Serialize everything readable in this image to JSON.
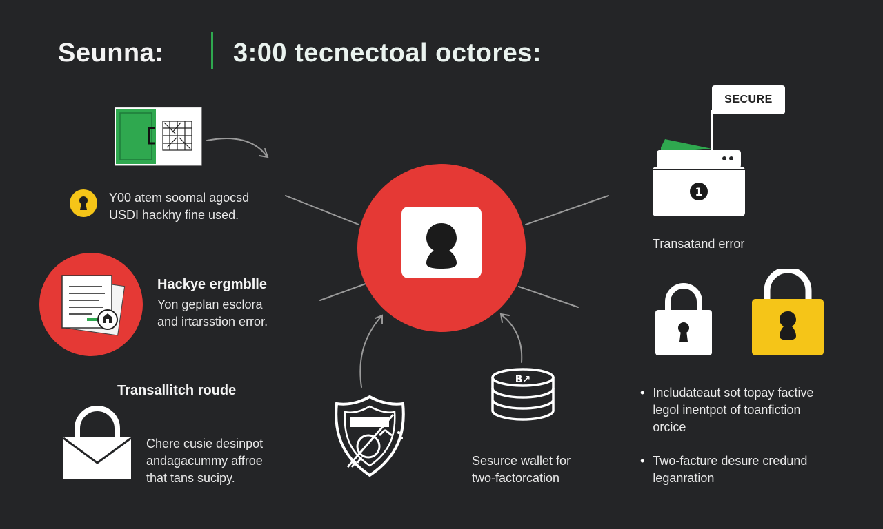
{
  "header": {
    "title_left": "Seunna:",
    "title_right": "3:00 tecnectoal octores:"
  },
  "left": {
    "note_line1": "Y00 atem soomal agocsd",
    "note_line2": "USDI hackhy fine used.",
    "hack_heading": "Hackye ergmblle",
    "hack_line1": "Yon geplan esclora",
    "hack_line2": "and irtarsstion error.",
    "route_heading": "Transallitch roude",
    "route_line1": "Chere cusie desinpot",
    "route_line2": "andagacummy affroe",
    "route_line3": "that tans sucipy."
  },
  "bottom": {
    "wallet_line1": "Sesurce wallet for",
    "wallet_line2": "two-factorcation",
    "coin_label": "B↗"
  },
  "right": {
    "flag_label": "SECURE",
    "wallet_badge": "1",
    "wallet_caption": "Transatand error",
    "bullet1_line1": "Includateaut sot topay factive",
    "bullet1_line2": "legol inentpot of toanfiction",
    "bullet1_line3": "orcice",
    "bullet2_line1": "Two-facture desure credund",
    "bullet2_line2": "leganration"
  },
  "colors": {
    "background": "#242527",
    "accent_red": "#e53935",
    "accent_green": "#2fa84f",
    "accent_yellow": "#f5c518",
    "icon_white": "#ffffff"
  },
  "icons": [
    "qr-card-icon",
    "curved-arrow-icon",
    "yellow-keyhole-icon",
    "document-icon",
    "central-keyhole-icon",
    "envelope-padlock-icon",
    "shield-icon",
    "coin-stack-icon",
    "flag-icon",
    "wallet-icon",
    "padlock-white-icon",
    "padlock-yellow-icon"
  ]
}
